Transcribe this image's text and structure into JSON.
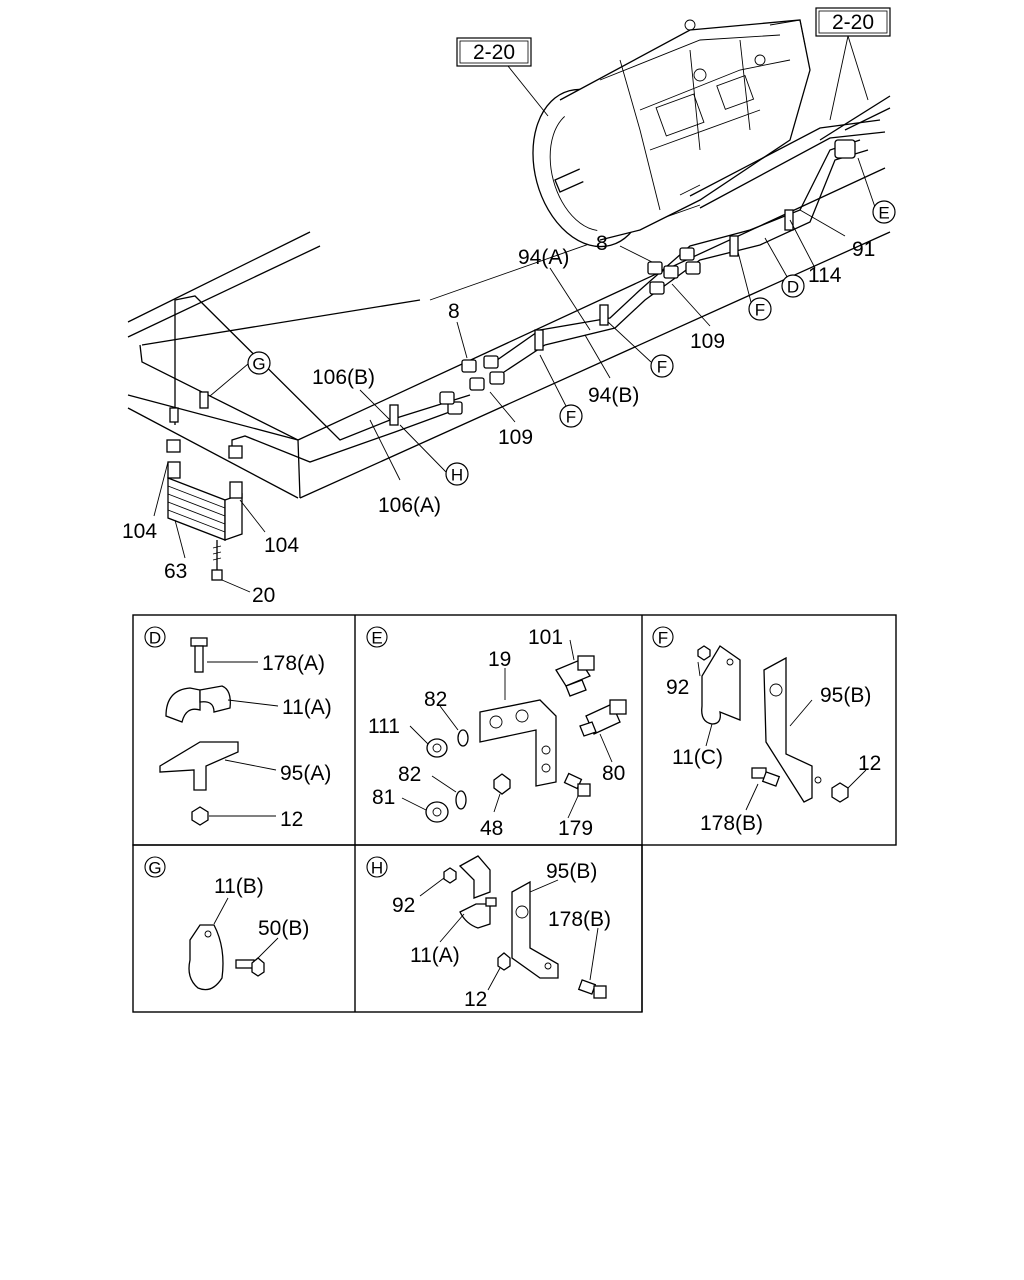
{
  "main_diagram": {
    "ref_boxes": [
      "2-20",
      "2-20"
    ],
    "callouts": [
      {
        "id": "cl-106b",
        "text": "106(B)"
      },
      {
        "id": "cl-8a",
        "text": "8"
      },
      {
        "id": "cl-94a",
        "text": "94(A)"
      },
      {
        "id": "cl-8b",
        "text": "8"
      },
      {
        "id": "cl-91",
        "text": "91"
      },
      {
        "id": "cl-114",
        "text": "114"
      },
      {
        "id": "cl-109a",
        "text": "109"
      },
      {
        "id": "cl-94b",
        "text": "94(B)"
      },
      {
        "id": "cl-109b",
        "text": "109"
      },
      {
        "id": "cl-106a",
        "text": "106(A)"
      },
      {
        "id": "cl-104a",
        "text": "104"
      },
      {
        "id": "cl-104b",
        "text": "104"
      },
      {
        "id": "cl-63",
        "text": "63"
      },
      {
        "id": "cl-20",
        "text": "20"
      }
    ],
    "circle_refs": [
      "G",
      "H",
      "F",
      "F",
      "F",
      "D",
      "E"
    ]
  },
  "detail_panels": [
    {
      "letter": "D",
      "labels": [
        "178(A)",
        "11(A)",
        "95(A)",
        "12"
      ]
    },
    {
      "letter": "E",
      "labels": [
        "101",
        "19",
        "82",
        "111",
        "82",
        "81",
        "48",
        "179",
        "80"
      ]
    },
    {
      "letter": "F",
      "labels": [
        "92",
        "95(B)",
        "11(C)",
        "12",
        "178(B)"
      ]
    },
    {
      "letter": "G",
      "labels": [
        "11(B)",
        "50(B)"
      ]
    },
    {
      "letter": "H",
      "labels": [
        "95(B)",
        "92",
        "178(B)",
        "11(A)",
        "12"
      ]
    }
  ]
}
